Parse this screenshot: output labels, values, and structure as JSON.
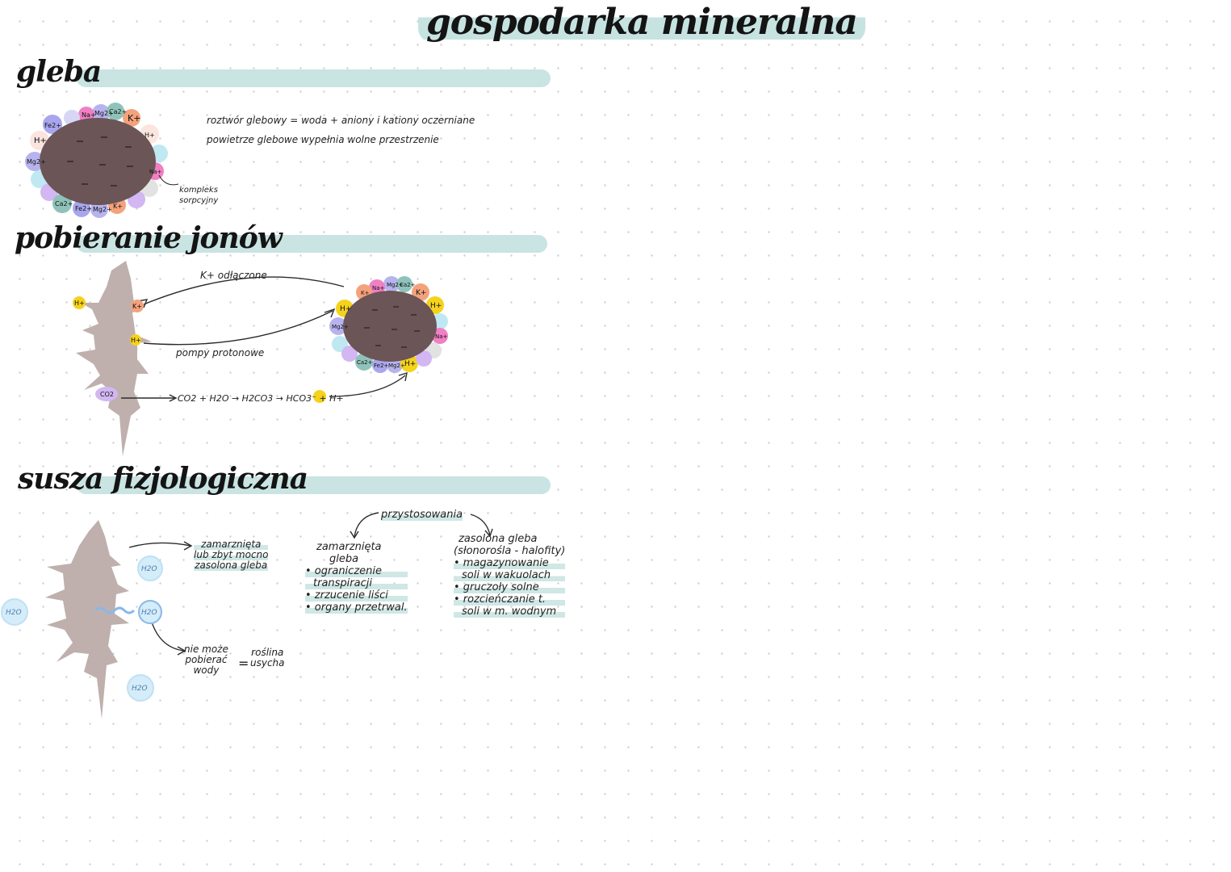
{
  "title": "gospodarka mineralna",
  "sections": {
    "gleba": {
      "heading": "gleba",
      "line1": "roztwór glebowy = woda + aniony i kationy oczerniane",
      "line2": "powietrze glebowe wypełnia wolne przestrzenie",
      "complex_label_1": "kompleks",
      "complex_label_2": "sorpcyjny"
    },
    "pobieranie": {
      "heading": "pobieranie jonów",
      "k_label": "K+ odłączone",
      "pump_label": "pompy protonowe",
      "root_h": "H+",
      "root_k": "K+",
      "root_h2": "H+",
      "root_co2": "CO2",
      "reaction": "CO2 + H2O → H2CO3 → HCO3⁻ + H+"
    },
    "susza": {
      "heading": "susza fizjologiczna",
      "frozen": [
        "zamarznięta",
        "lub zbyt mocno",
        "zasolona gleba"
      ],
      "cannot": [
        "nie może",
        "pobierać",
        "wody"
      ],
      "equals": "=",
      "plant_dries": [
        "roślina",
        "usycha"
      ],
      "adaptations_title": "przystosowania",
      "frozen_soil_title": [
        "zamarznięta",
        "gleba"
      ],
      "frozen_list": [
        "• ograniczenie",
        "transpiracji",
        "• zrzucenie liści",
        "• organy przetrwal."
      ],
      "salty_title": [
        "zasolona gleba",
        "(słonorośla - halofity)"
      ],
      "salty_list": [
        "• magazynowanie",
        "soli w wakuolach",
        "• gruczoły solne",
        "• rozcieńczanie t.",
        "soli w m. wodnym"
      ],
      "h2o": "H2O"
    }
  },
  "ions": {
    "gleba": [
      "Na+",
      "Mg2+",
      "Ca2+",
      "K+",
      "H+",
      "Na+",
      "Fe2+",
      "H+",
      "Mg2+",
      "Ca2+",
      "Fe2+",
      "Mg2+",
      "K+"
    ],
    "pobieranie": [
      "K+",
      "Na+",
      "Mg2+",
      "Ca2+",
      "K+",
      "H+",
      "H+",
      "Mg2+",
      "Na+",
      "Ca2+",
      "Fe2+",
      "Mg2+",
      "H+"
    ]
  },
  "colors": {
    "accent": "#c9e4e2",
    "soil": "#6b5557",
    "root": "#bfb0ae",
    "hydrogen": "#f5d21c",
    "potassium": "#f4a27c",
    "magnesium": "#b7b3ee",
    "calcium": "#8fc3ba",
    "sodium": "#f07fc3",
    "iron": "#a9a6ee",
    "water": "#bfe1f5"
  }
}
